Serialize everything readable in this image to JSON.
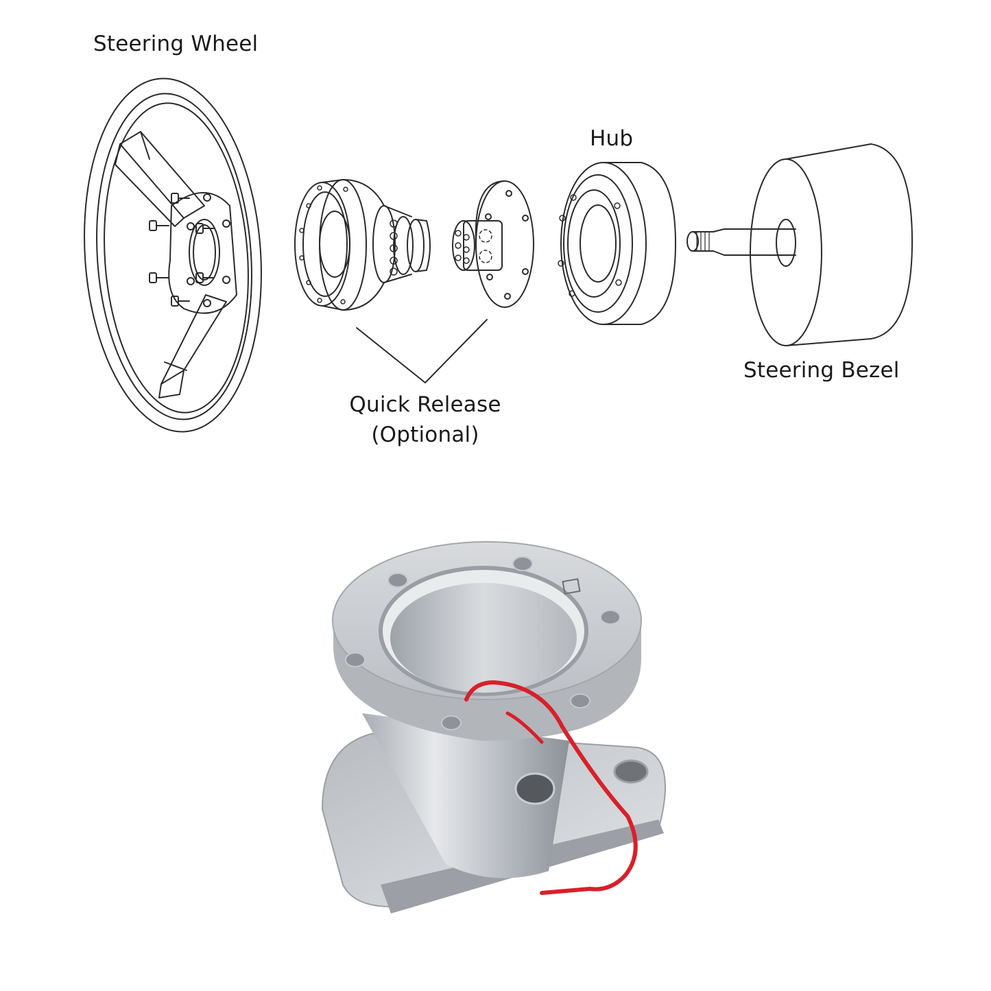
{
  "diagram": {
    "labels": {
      "steering_wheel": "Steering Wheel",
      "hub": "Hub",
      "steering_bezel": "Steering Bezel",
      "quick_release_line1": "Quick Release",
      "quick_release_line2": "(Optional)"
    }
  },
  "colors": {
    "line_art": "#2a2a2a",
    "aluminum": "#c9ccd1",
    "wire": "#d8202a",
    "base_plate": "#2b2b2b"
  }
}
